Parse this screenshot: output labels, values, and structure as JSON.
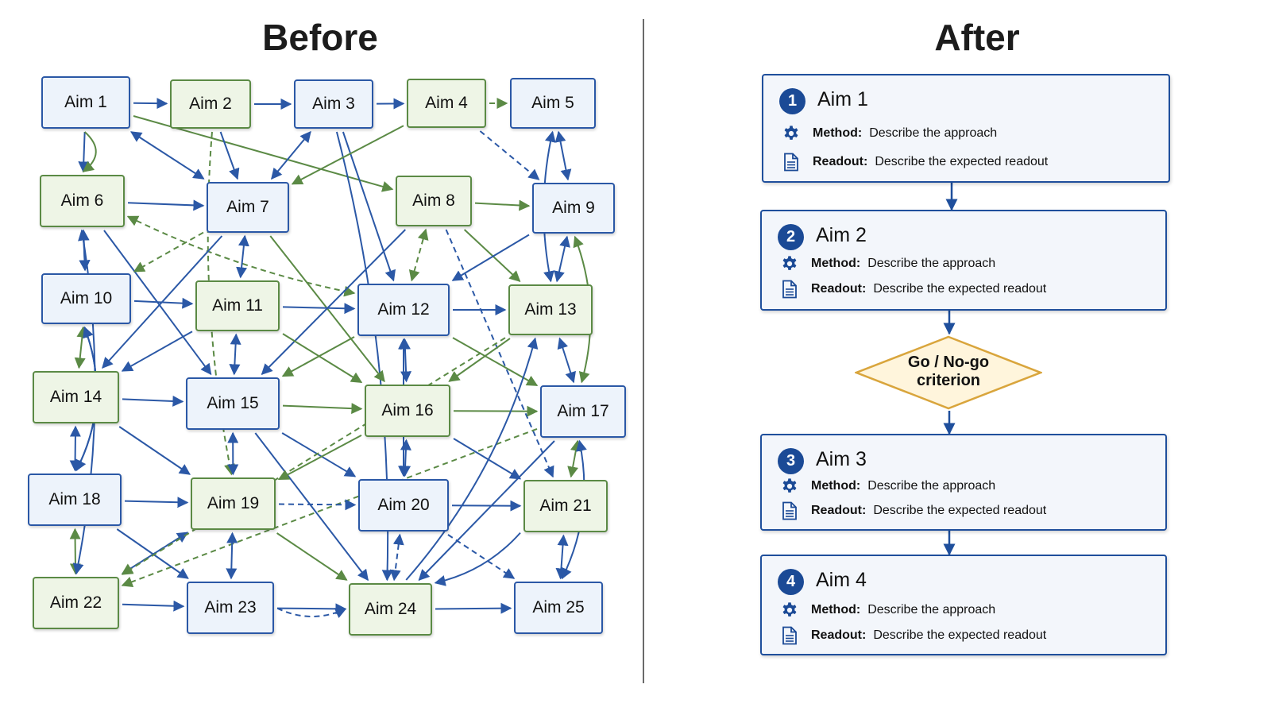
{
  "before": {
    "title": "Before",
    "aims": [
      {
        "label": "Aim 1",
        "color": "blue"
      },
      {
        "label": "Aim 2",
        "color": "green"
      },
      {
        "label": "Aim 3",
        "color": "blue"
      },
      {
        "label": "Aim 4",
        "color": "green"
      },
      {
        "label": "Aim 5",
        "color": "blue"
      },
      {
        "label": "Aim 6",
        "color": "green"
      },
      {
        "label": "Aim 7",
        "color": "blue"
      },
      {
        "label": "Aim 8",
        "color": "green"
      },
      {
        "label": "Aim 9",
        "color": "blue"
      },
      {
        "label": "Aim 10",
        "color": "blue"
      },
      {
        "label": "Aim 11",
        "color": "green"
      },
      {
        "label": "Aim 12",
        "color": "blue"
      },
      {
        "label": "Aim 13",
        "color": "green"
      },
      {
        "label": "Aim 14",
        "color": "green"
      },
      {
        "label": "Aim 15",
        "color": "blue"
      },
      {
        "label": "Aim 16",
        "color": "green"
      },
      {
        "label": "Aim 17",
        "color": "blue"
      },
      {
        "label": "Aim 18",
        "color": "blue"
      },
      {
        "label": "Aim 19",
        "color": "green"
      },
      {
        "label": "Aim 20",
        "color": "blue"
      },
      {
        "label": "Aim 21",
        "color": "green"
      },
      {
        "label": "Aim 22",
        "color": "green"
      },
      {
        "label": "Aim 23",
        "color": "blue"
      },
      {
        "label": "Aim 24",
        "color": "green"
      },
      {
        "label": "Aim 25",
        "color": "blue"
      }
    ]
  },
  "after": {
    "title": "After",
    "method_label": "Method:",
    "readout_label": "Readout:",
    "steps": [
      {
        "number": "1",
        "title": "Aim 1",
        "method": "Describe the approach",
        "readout": "Describe the expected readout"
      },
      {
        "number": "2",
        "title": "Aim 2",
        "method": "Describe the approach",
        "readout": "Describe the expected readout"
      },
      {
        "number": "3",
        "title": "Aim 3",
        "method": "Describe the approach",
        "readout": "Describe the expected readout"
      },
      {
        "number": "4",
        "title": "Aim 4",
        "method": "Describe the approach",
        "readout": "Describe the expected readout"
      }
    ],
    "decision": {
      "line1": "Go / No-go",
      "line2": "criterion"
    }
  },
  "colors": {
    "blue_edge": "#2b58a6",
    "green_edge": "#5b8a45",
    "flow_blue": "#1f4f9c",
    "decision_fill": "#fff5dc",
    "decision_border": "#d9a53c"
  },
  "icons": {
    "method": "gear-icon",
    "readout": "document-icon"
  }
}
